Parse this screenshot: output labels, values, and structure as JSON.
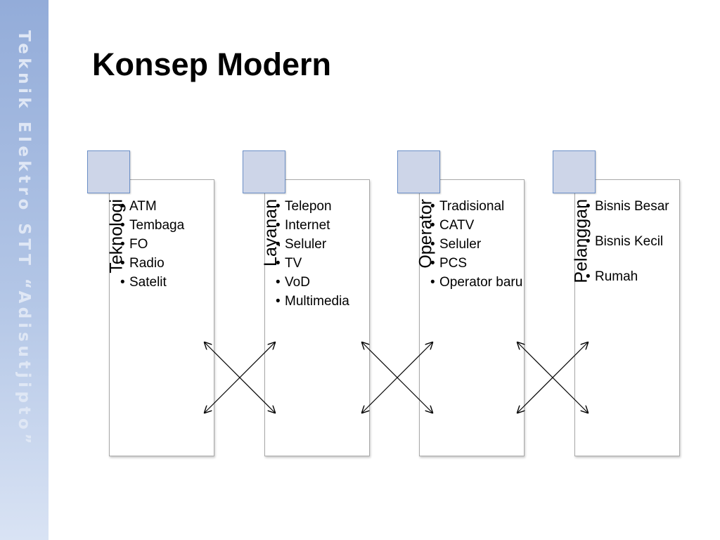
{
  "sidebar": {
    "text": "Teknik Elektro STT “Adisutjipto”"
  },
  "title": "Konsep Modern",
  "columns": [
    {
      "label": "Teknologi",
      "items": [
        "ATM",
        "Tembaga",
        "FO",
        "Radio",
        "Satelit"
      ]
    },
    {
      "label": "Layanan",
      "items": [
        "Telepon",
        "Internet",
        "Seluler",
        "TV",
        "VoD",
        "Multimedia"
      ]
    },
    {
      "label": "Operator",
      "items": [
        "Tradisional",
        "CATV",
        "Seluler",
        "PCS",
        "Operator baru"
      ]
    },
    {
      "label": "Pelanggan",
      "items": [
        "Bisnis Besar",
        "Bisnis Kecil",
        "Rumah"
      ]
    }
  ],
  "colors": {
    "accent": "#6b8fc7",
    "square_fill": "#cdd5e8",
    "sidebar": "#93acd9"
  }
}
